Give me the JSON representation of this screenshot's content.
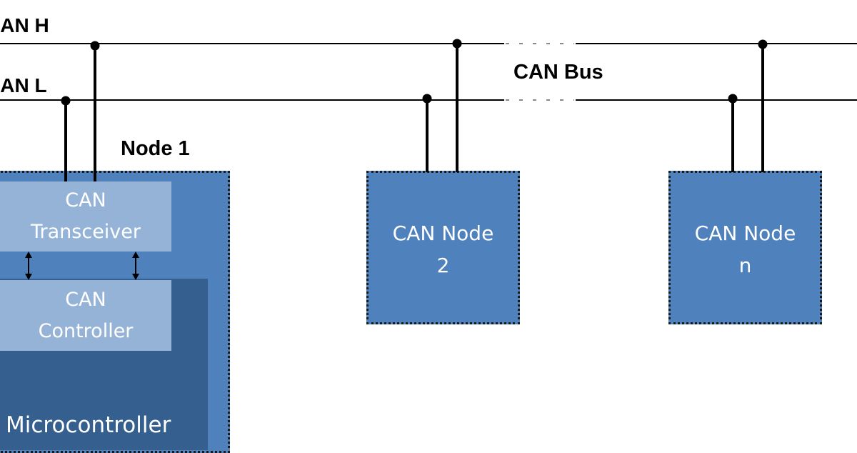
{
  "bus": {
    "high_label": "CAN H",
    "low_label": "CAN L",
    "name": "CAN Bus"
  },
  "node1": {
    "title": "Node 1",
    "transceiver": [
      "CAN",
      "Transceiver"
    ],
    "controller": [
      "CAN",
      "Controller"
    ],
    "microcontroller": "Microcontroller"
  },
  "node2": {
    "lines": [
      "CAN Node",
      "2"
    ]
  },
  "noden": {
    "lines": [
      "CAN Node",
      "n"
    ]
  },
  "colors": {
    "node_fill": "#4f81bd",
    "microcontroller_fill": "#355f8e",
    "inner_block_fill": "#95b3d7",
    "wire": "#000000",
    "text_light": "#ffffff"
  }
}
